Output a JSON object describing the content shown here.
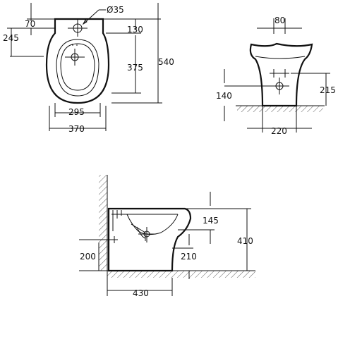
{
  "top_view": {
    "hole_diameter": "Ø35",
    "d_70": "70",
    "d_245": "245",
    "d_130": "130",
    "d_375": "375",
    "d_540": "540",
    "d_295": "295",
    "d_370": "370"
  },
  "front_view": {
    "d_80": "80",
    "d_140": "140",
    "d_215": "215",
    "d_220": "220"
  },
  "side_view": {
    "d_145": "145",
    "d_410": "410",
    "d_200": "200",
    "d_210": "210",
    "d_430": "430"
  }
}
